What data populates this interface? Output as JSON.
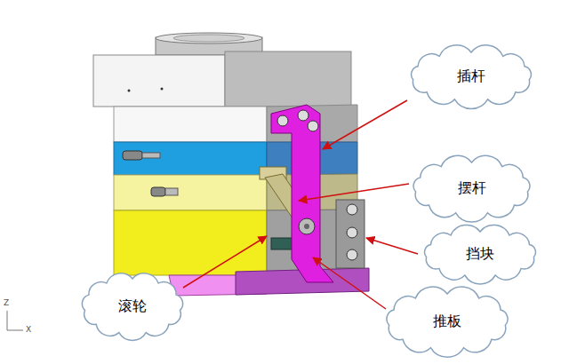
{
  "diagram": {
    "nodes": [
      {
        "text": [
          "插杆"
        ]
      },
      {
        "text": [
          "摆杆"
        ]
      },
      {
        "text": [
          "挡块"
        ]
      },
      {
        "text": [
          "滚轮"
        ]
      },
      {
        "text": [
          "推板"
        ]
      }
    ],
    "labels": [
      "Z",
      "X"
    ]
  }
}
